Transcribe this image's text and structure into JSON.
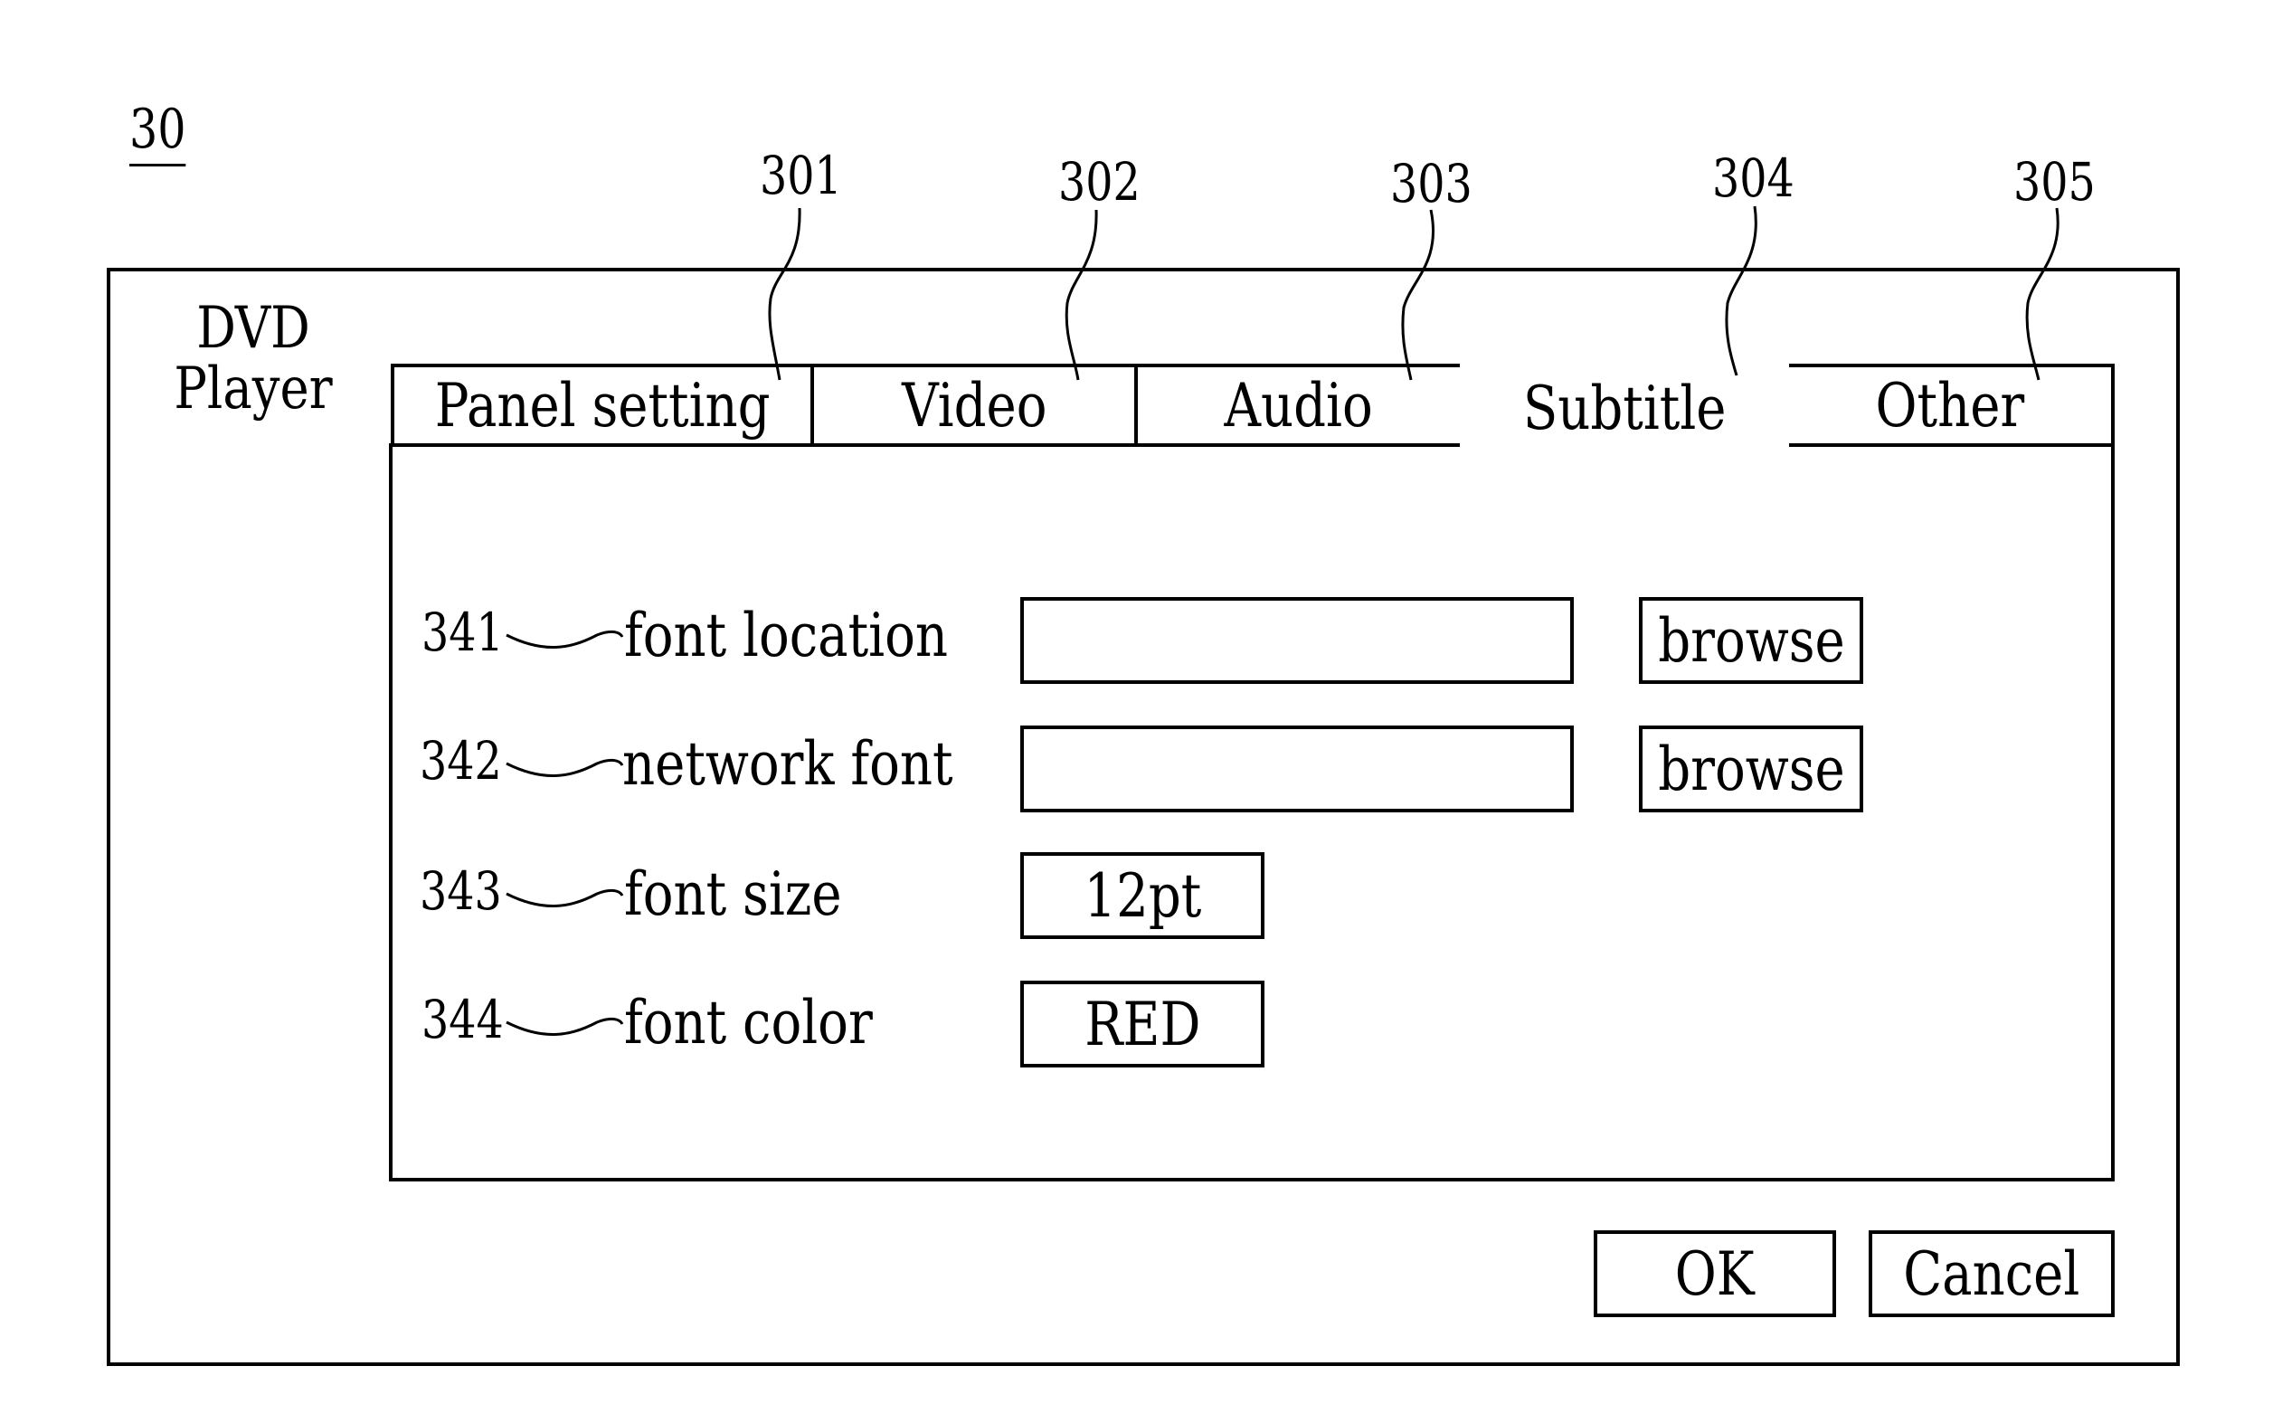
{
  "figure": {
    "number": "30"
  },
  "window": {
    "title_line1": "DVD",
    "title_line2": "Player"
  },
  "tabs": [
    {
      "label": "Panel setting",
      "ref": "301"
    },
    {
      "label": "Video",
      "ref": "302"
    },
    {
      "label": "Audio",
      "ref": "303"
    },
    {
      "label": "Subtitle",
      "ref": "304",
      "active": true
    },
    {
      "label": "Other",
      "ref": "305"
    }
  ],
  "settings": [
    {
      "ref": "341",
      "label": "font location",
      "value": "",
      "button": "browse"
    },
    {
      "ref": "342",
      "label": "network font",
      "value": "",
      "button": "browse"
    },
    {
      "ref": "343",
      "label": "font size",
      "value": "12pt"
    },
    {
      "ref": "344",
      "label": "font color",
      "value": "RED"
    }
  ],
  "footer": {
    "ok_label": "OK",
    "cancel_label": "Cancel"
  }
}
